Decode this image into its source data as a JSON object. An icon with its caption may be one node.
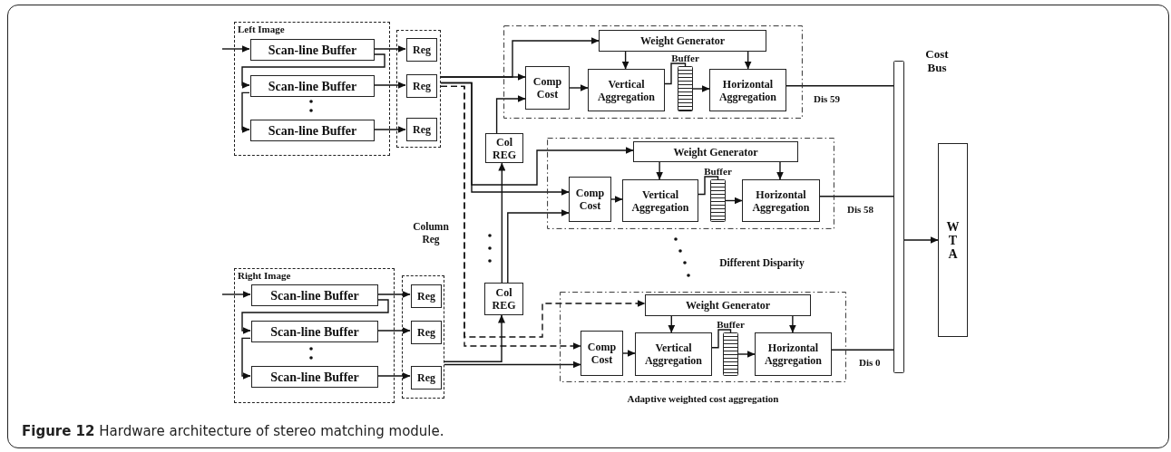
{
  "diagram": {
    "caption": "**Figure 12** Hardware architecture of stereo matching module.",
    "nodes": [
      {
        "text": [
          "Left Image"
        ]
      },
      {
        "text": [
          "Scan-line Buffer"
        ],
        "in": 0
      },
      {
        "text": [
          "Scan-line Buffer"
        ],
        "in": 0
      },
      {
        "text": [
          "Scan-line Buffer"
        ],
        "in": 0
      },
      {
        "text": [],
        "shape": "box"
      },
      {
        "text": [
          "Reg"
        ],
        "in": 4
      },
      {
        "text": [
          "Reg"
        ],
        "in": 4
      },
      {
        "text": [
          "Reg"
        ],
        "in": 4
      },
      {
        "text": [],
        "shape": "box"
      },
      {
        "text": [
          "Weight Generator"
        ],
        "in": 8
      },
      {
        "text": [
          "Comp Cost"
        ],
        "in": 8
      },
      {
        "text": [
          "Vertical Aggregation"
        ],
        "in": 8
      },
      {
        "text": [],
        "shape": "bar",
        "beside": [
          "Buffer"
        ],
        "in": 8
      },
      {
        "text": [
          "Horizontal Aggregation"
        ],
        "in": 8
      },
      {
        "text": [
          "Col REG"
        ]
      },
      {
        "text": [],
        "shape": "box"
      },
      {
        "text": [
          "Weight Generator"
        ],
        "in": 15
      },
      {
        "text": [
          "Comp Cost"
        ],
        "in": 15
      },
      {
        "text": [
          "Vertical Aggregation"
        ],
        "in": 15
      },
      {
        "text": [],
        "shape": "bar",
        "beside": [
          "Buffer"
        ],
        "in": 15
      },
      {
        "text": [
          "Horizontal Aggregation"
        ],
        "in": 15
      },
      {
        "text": [
          "Col REG"
        ]
      },
      {
        "text": [
          "Right Image"
        ]
      },
      {
        "text": [
          "Scan-line Buffer"
        ],
        "in": 22
      },
      {
        "text": [
          "Scan-line Buffer"
        ],
        "in": 22
      },
      {
        "text": [
          "Scan-line Buffer"
        ],
        "in": 22
      },
      {
        "text": [],
        "shape": "box"
      },
      {
        "text": [
          "Reg"
        ],
        "in": 26
      },
      {
        "text": [
          "Reg"
        ],
        "in": 26
      },
      {
        "text": [
          "Reg"
        ],
        "in": 26
      },
      {
        "text": [],
        "shape": "box",
        "beside": [
          "Adaptive weighted cost aggregation"
        ]
      },
      {
        "text": [
          "Weight Generator"
        ],
        "in": 30
      },
      {
        "text": [
          "Comp Cost"
        ],
        "in": 30
      },
      {
        "text": [
          "Vertical Aggregation"
        ],
        "in": 30
      },
      {
        "text": [],
        "shape": "bar",
        "beside": [
          "Buffer"
        ],
        "in": 30
      },
      {
        "text": [
          "Horizontal Aggregation"
        ],
        "in": 30
      },
      {
        "text": [],
        "shape": "bar",
        "beside": [
          "Cost Bus"
        ]
      },
      {
        "text": [
          "W T A"
        ]
      }
    ],
    "edges": [
      {
        "from": null,
        "to": 1,
        "arrow": "to"
      },
      {
        "from": 1,
        "to": 2,
        "arrow": "to"
      },
      {
        "from": 2,
        "to": 3,
        "arrow": "to"
      },
      {
        "from": 1,
        "to": 5,
        "arrow": "to"
      },
      {
        "from": 2,
        "to": 6,
        "arrow": "to"
      },
      {
        "from": 3,
        "to": 7,
        "arrow": "to"
      },
      {
        "from": null,
        "to": 23,
        "arrow": "to"
      },
      {
        "from": 23,
        "to": 24,
        "arrow": "to"
      },
      {
        "from": 24,
        "to": 25,
        "arrow": "to"
      },
      {
        "from": 23,
        "to": 27,
        "arrow": "to"
      },
      {
        "from": 24,
        "to": 28,
        "arrow": "to"
      },
      {
        "from": 25,
        "to": 29,
        "arrow": "to"
      },
      {
        "from": 4,
        "to": 9,
        "arrow": "to"
      },
      {
        "from": 4,
        "to": 10,
        "arrow": "to"
      },
      {
        "from": 4,
        "to": 16,
        "arrow": "to"
      },
      {
        "from": 4,
        "to": 17,
        "arrow": "to"
      },
      {
        "from": 4,
        "to": 31,
        "arrow": "to",
        "style": "dashed"
      },
      {
        "from": 4,
        "to": 32,
        "arrow": "to",
        "style": "dashed"
      },
      {
        "from": 26,
        "to": 32,
        "arrow": "to"
      },
      {
        "from": 26,
        "to": 21,
        "arrow": "to"
      },
      {
        "from": 21,
        "to": 17,
        "arrow": "to"
      },
      {
        "from": 21,
        "to": 14,
        "arrow": "to"
      },
      {
        "from": 14,
        "to": 10,
        "arrow": "to"
      },
      {
        "from": 9,
        "to": 11,
        "arrow": "to"
      },
      {
        "from": 9,
        "to": 13,
        "arrow": "to"
      },
      {
        "from": 10,
        "to": 11,
        "arrow": "to"
      },
      {
        "from": 11,
        "to": 12,
        "arrow": "none"
      },
      {
        "from": 12,
        "to": 13,
        "arrow": "to"
      },
      {
        "from": 13,
        "to": 36,
        "arrow": "none",
        "label": "Dis 59"
      },
      {
        "from": 16,
        "to": 18,
        "arrow": "to"
      },
      {
        "from": 16,
        "to": 20,
        "arrow": "to"
      },
      {
        "from": 17,
        "to": 18,
        "arrow": "to"
      },
      {
        "from": 18,
        "to": 19,
        "arrow": "none"
      },
      {
        "from": 19,
        "to": 20,
        "arrow": "to"
      },
      {
        "from": 20,
        "to": 36,
        "arrow": "none",
        "label": "Dis 58"
      },
      {
        "from": 31,
        "to": 33,
        "arrow": "to"
      },
      {
        "from": 31,
        "to": 35,
        "arrow": "to"
      },
      {
        "from": 32,
        "to": 33,
        "arrow": "to"
      },
      {
        "from": 33,
        "to": 34,
        "arrow": "none"
      },
      {
        "from": 34,
        "to": 35,
        "arrow": "to"
      },
      {
        "from": 35,
        "to": 36,
        "arrow": "none",
        "label": "Dis 0"
      },
      {
        "from": 36,
        "to": 37,
        "arrow": "to"
      }
    ],
    "labels": [
      "Column Reg",
      "Different Disparity"
    ]
  }
}
